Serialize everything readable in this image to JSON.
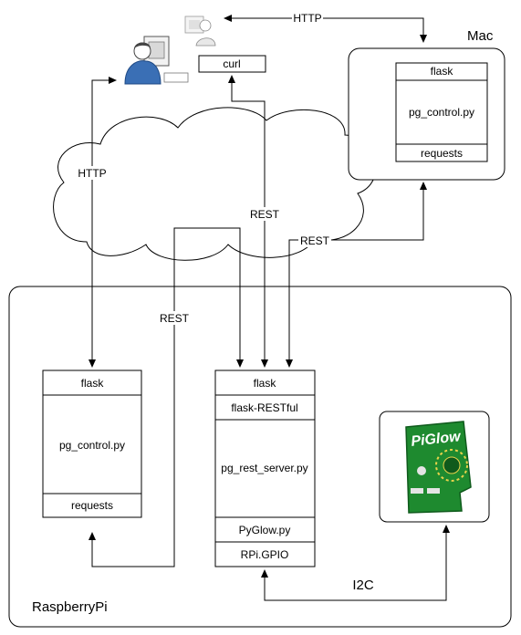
{
  "labels": {
    "mac": "Mac",
    "raspberrypi": "RaspberryPi",
    "curl": "curl",
    "http_top": "HTTP",
    "http_left": "HTTP",
    "rest_center": "REST",
    "rest_to_mac": "REST",
    "rest_left": "REST",
    "i2c": "I2C"
  },
  "mac_stack": [
    "flask",
    "pg_control.py",
    "requests"
  ],
  "pi_left_stack": [
    "flask",
    "pg_control.py",
    "requests"
  ],
  "pi_center_stack": [
    "flask",
    "flask-RESTful",
    "pg_rest_server.py",
    "PyGlow.py",
    "RPi.GPIO"
  ],
  "piglow_board_text": "PiGlow",
  "colors": {
    "board_green": "#1e8a2f",
    "board_dark": "#0f5a1c",
    "user_blue": "#3a6fb5"
  }
}
